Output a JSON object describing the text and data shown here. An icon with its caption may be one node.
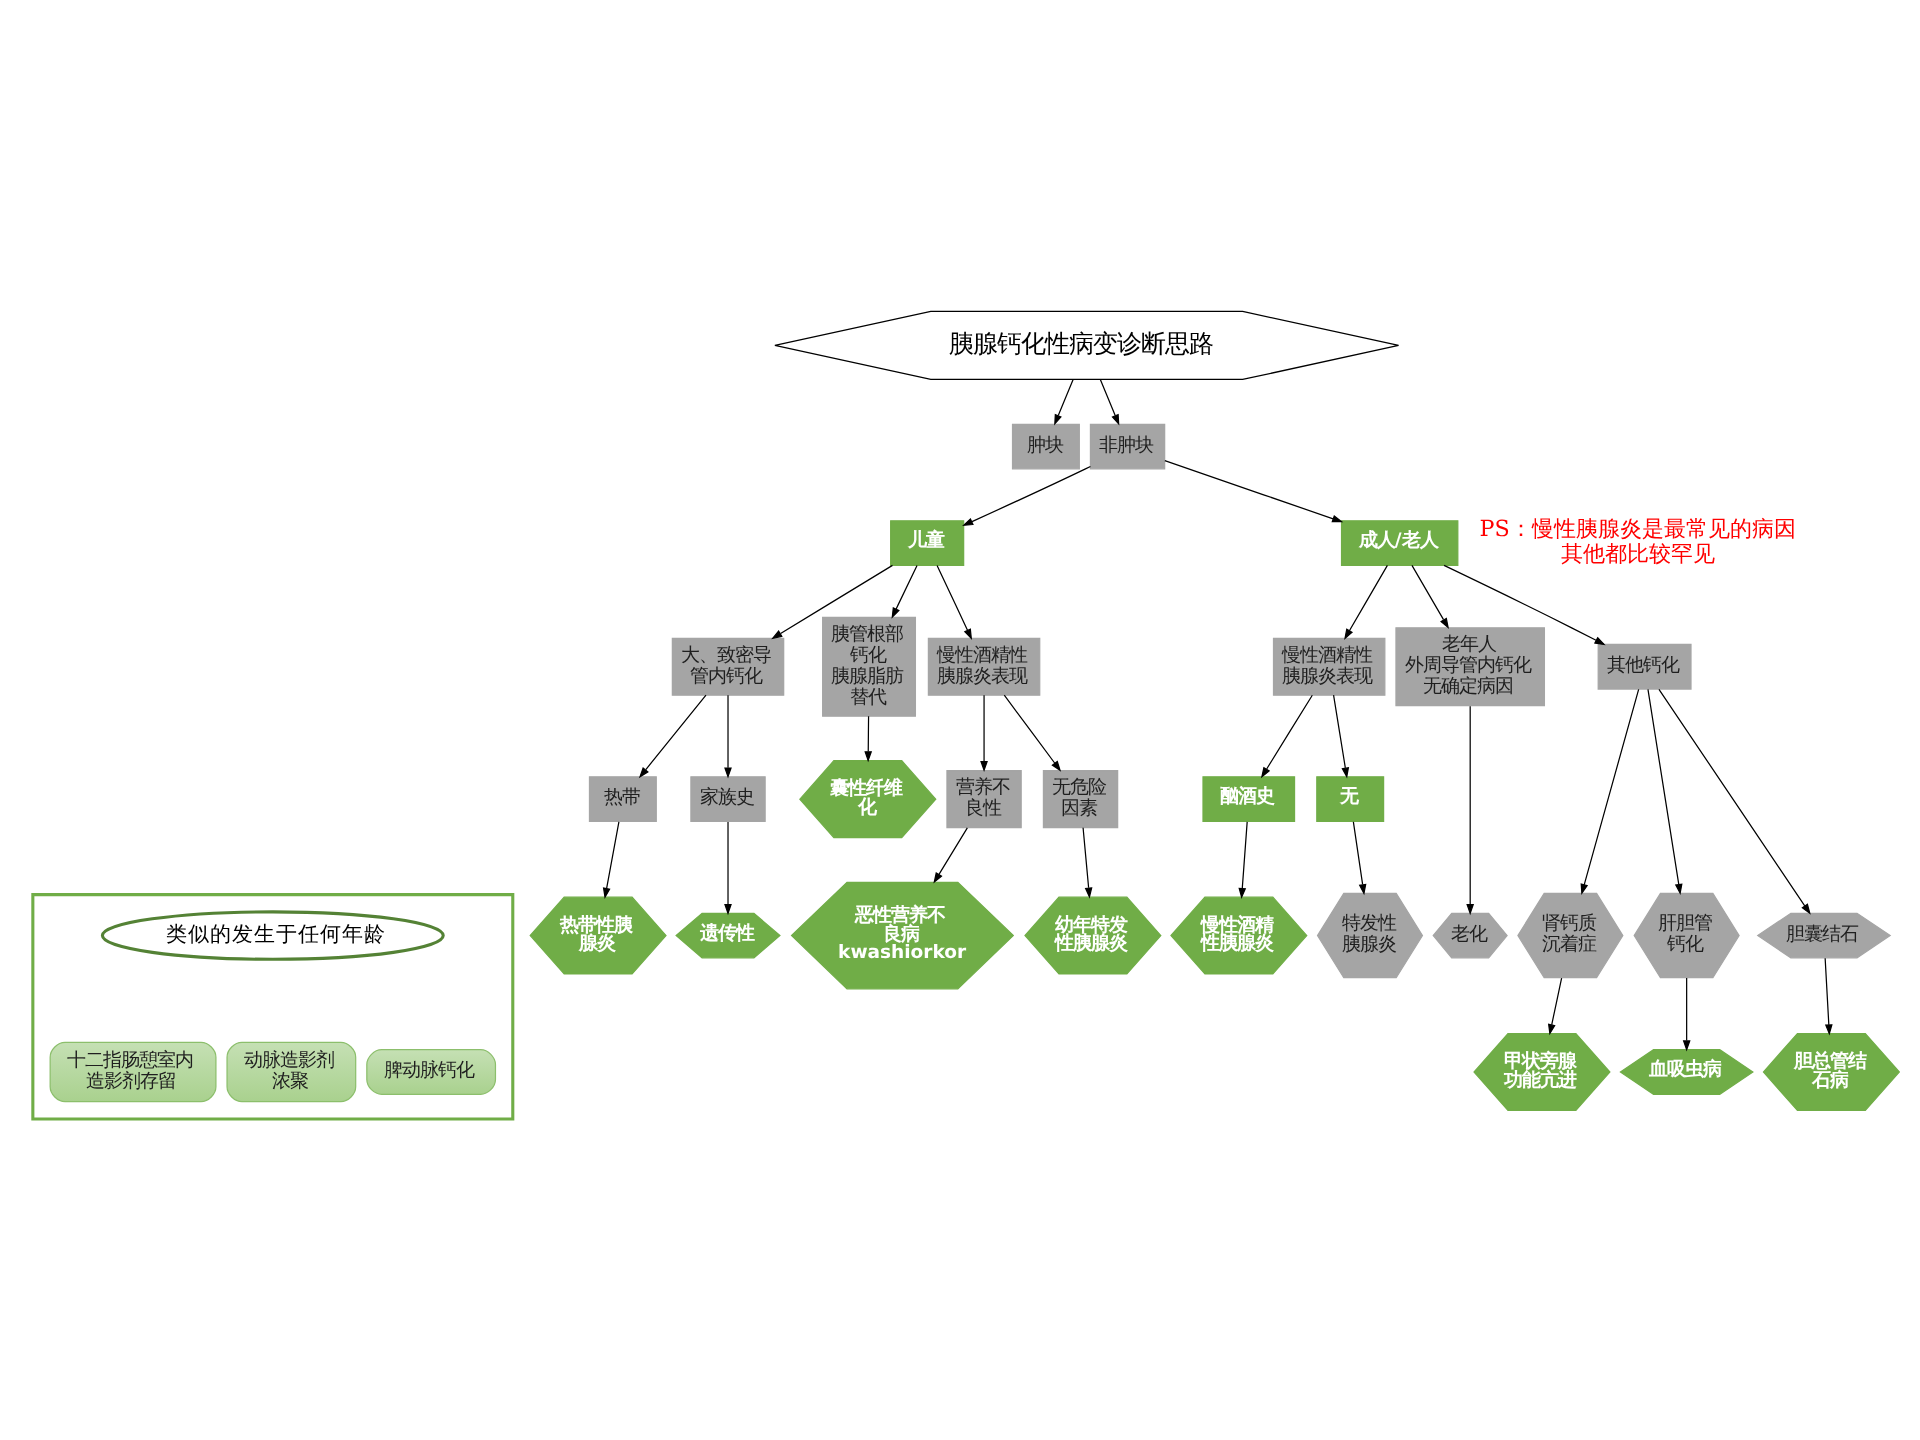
{
  "diagram": {
    "nodes": [
      {
        "text": [
          "胰腺钙化性病变诊断思路"
        ]
      },
      {
        "text": [
          "肿块"
        ]
      },
      {
        "text": [
          "非肿块"
        ]
      },
      {
        "text": [
          "儿童"
        ]
      },
      {
        "text": [
          "成人/老人"
        ]
      },
      {
        "text": [
          "大、致密导管内钙化"
        ]
      },
      {
        "text": [
          "胰管根部钙化",
          "胰腺脂肪替代"
        ]
      },
      {
        "text": [
          "慢性酒精性胰腺炎表现"
        ]
      },
      {
        "text": [
          "热带"
        ]
      },
      {
        "text": [
          "家族史"
        ]
      },
      {
        "text": [
          "营养不良性"
        ]
      },
      {
        "text": [
          "无危险因素"
        ]
      },
      {
        "text": [
          "热带性胰腺炎"
        ]
      },
      {
        "text": [
          "遗传性"
        ]
      },
      {
        "text": [
          "囊性纤维化"
        ]
      },
      {
        "text": [
          "恶性营养不良病 kwashiorkor"
        ]
      },
      {
        "text": [
          "幼年特发性胰腺炎"
        ]
      },
      {
        "text": [
          "慢性酒精性胰腺炎表现"
        ]
      },
      {
        "text": [
          "老年人",
          "外周导管内钙化",
          "无确定病因"
        ]
      },
      {
        "text": [
          "其他钙化"
        ]
      },
      {
        "text": [
          "酗酒史"
        ]
      },
      {
        "text": [
          "无"
        ]
      },
      {
        "text": [
          "慢性酒精性胰腺炎"
        ]
      },
      {
        "text": [
          "特发性胰腺炎"
        ]
      },
      {
        "text": [
          "老化"
        ]
      },
      {
        "text": [
          "肾钙质沉着症"
        ]
      },
      {
        "text": [
          "肝胆管钙化"
        ]
      },
      {
        "text": [
          "胆囊结石"
        ]
      },
      {
        "text": [
          "甲状旁腺功能亢进"
        ]
      },
      {
        "text": [
          "血吸虫病"
        ]
      },
      {
        "text": [
          "胆总管结石病"
        ]
      },
      {
        "text": [],
        "shape": "box"
      },
      {
        "text": [
          "类似的发生于任何年龄"
        ],
        "in": 31
      },
      {
        "text": [
          "脾动脉钙化"
        ],
        "in": 31
      },
      {
        "text": [
          "动脉造影剂浓聚"
        ],
        "in": 31
      },
      {
        "text": [
          "十二指肠憩室内造影剂存留"
        ],
        "in": 31
      }
    ],
    "edges": [
      {
        "from": 0,
        "to": 1,
        "arrow": "to"
      },
      {
        "from": 0,
        "to": 2,
        "arrow": "to"
      },
      {
        "from": 2,
        "to": 3,
        "arrow": "to"
      },
      {
        "from": 2,
        "to": 4,
        "arrow": "to"
      },
      {
        "from": 3,
        "to": 5,
        "arrow": "to"
      },
      {
        "from": 3,
        "to": 6,
        "arrow": "to"
      },
      {
        "from": 3,
        "to": 7,
        "arrow": "to"
      },
      {
        "from": 5,
        "to": 8,
        "arrow": "to"
      },
      {
        "from": 5,
        "to": 9,
        "arrow": "to"
      },
      {
        "from": 8,
        "to": 12,
        "arrow": "to"
      },
      {
        "from": 9,
        "to": 13,
        "arrow": "to"
      },
      {
        "from": 6,
        "to": 14,
        "arrow": "to"
      },
      {
        "from": 7,
        "to": 10,
        "arrow": "to"
      },
      {
        "from": 7,
        "to": 11,
        "arrow": "to"
      },
      {
        "from": 10,
        "to": 15,
        "arrow": "to"
      },
      {
        "from": 11,
        "to": 16,
        "arrow": "to"
      },
      {
        "from": 4,
        "to": 17,
        "arrow": "to"
      },
      {
        "from": 4,
        "to": 18,
        "arrow": "to"
      },
      {
        "from": 4,
        "to": 19,
        "arrow": "to"
      },
      {
        "from": 17,
        "to": 20,
        "arrow": "to"
      },
      {
        "from": 17,
        "to": 21,
        "arrow": "to"
      },
      {
        "from": 20,
        "to": 22,
        "arrow": "to"
      },
      {
        "from": 21,
        "to": 23,
        "arrow": "to"
      },
      {
        "from": 18,
        "to": 24,
        "arrow": "to"
      },
      {
        "from": 19,
        "to": 25,
        "arrow": "to"
      },
      {
        "from": 19,
        "to": 26,
        "arrow": "to"
      },
      {
        "from": 19,
        "to": 27,
        "arrow": "to"
      },
      {
        "from": 25,
        "to": 28,
        "arrow": "to"
      },
      {
        "from": 26,
        "to": 29,
        "arrow": "to"
      },
      {
        "from": 27,
        "to": 30,
        "arrow": "to"
      }
    ],
    "labels": [
      "PS：慢性胰腺炎是最常见的病因其他都比较罕见"
    ]
  }
}
